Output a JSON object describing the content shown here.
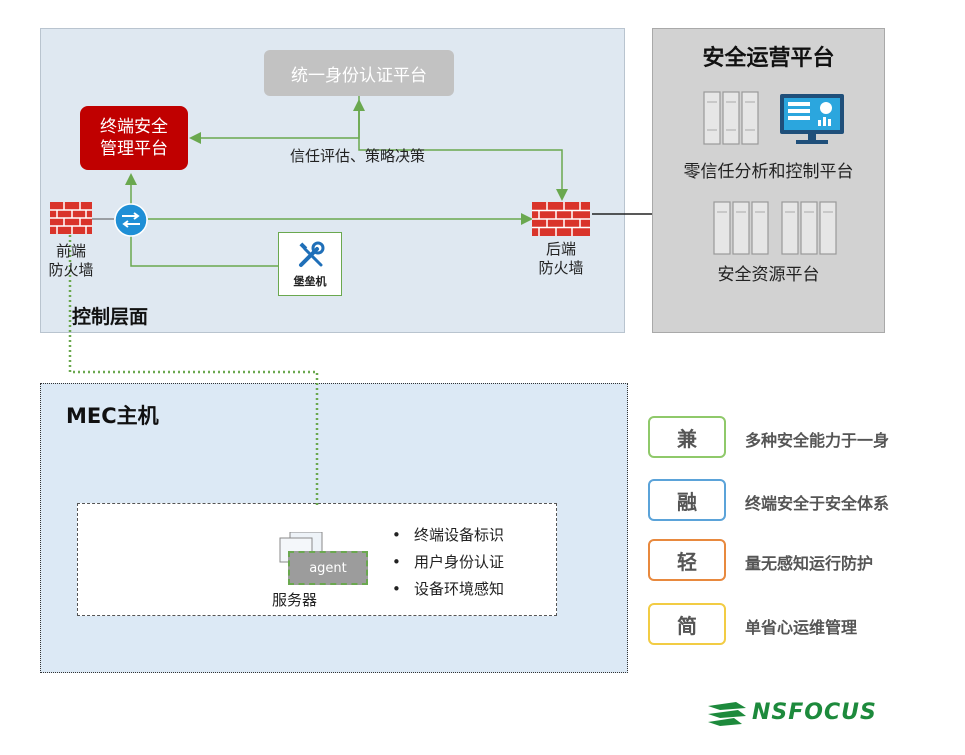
{
  "control_plane": {
    "title": "控制层面",
    "identity_platform": "统一身份认证平台",
    "endpoint_platform": "终端安全\n管理平台",
    "trust_label": "信任评估、策略决策",
    "front_firewall": "前端\n防火墙",
    "back_firewall": "后端\n防火墙",
    "bastion": "堡垒机"
  },
  "ops_platform": {
    "title": "安全运营平台",
    "zero_trust_label": "零信任分析和控制平台",
    "resource_label": "安全资源平台"
  },
  "mec": {
    "title": "MEC主机",
    "server_label": "服务器",
    "agent_label": "agent",
    "bullets": [
      "终端设备标识",
      "用户身份认证",
      "设备环境感知"
    ]
  },
  "features": [
    {
      "char": "兼",
      "desc": "多种安全能力于一身",
      "color": "#8fc96a"
    },
    {
      "char": "融",
      "desc": "终端安全于安全体系",
      "color": "#5ba3d9"
    },
    {
      "char": "轻",
      "desc": "量无感知运行防护",
      "color": "#e8893e"
    },
    {
      "char": "简",
      "desc": "单省心运维管理",
      "color": "#f2cc44"
    }
  ],
  "brand": "NSFOCUS",
  "colors": {
    "green": "#6aa84f",
    "red": "#c00000",
    "gray_box": "#c2c2c2"
  }
}
